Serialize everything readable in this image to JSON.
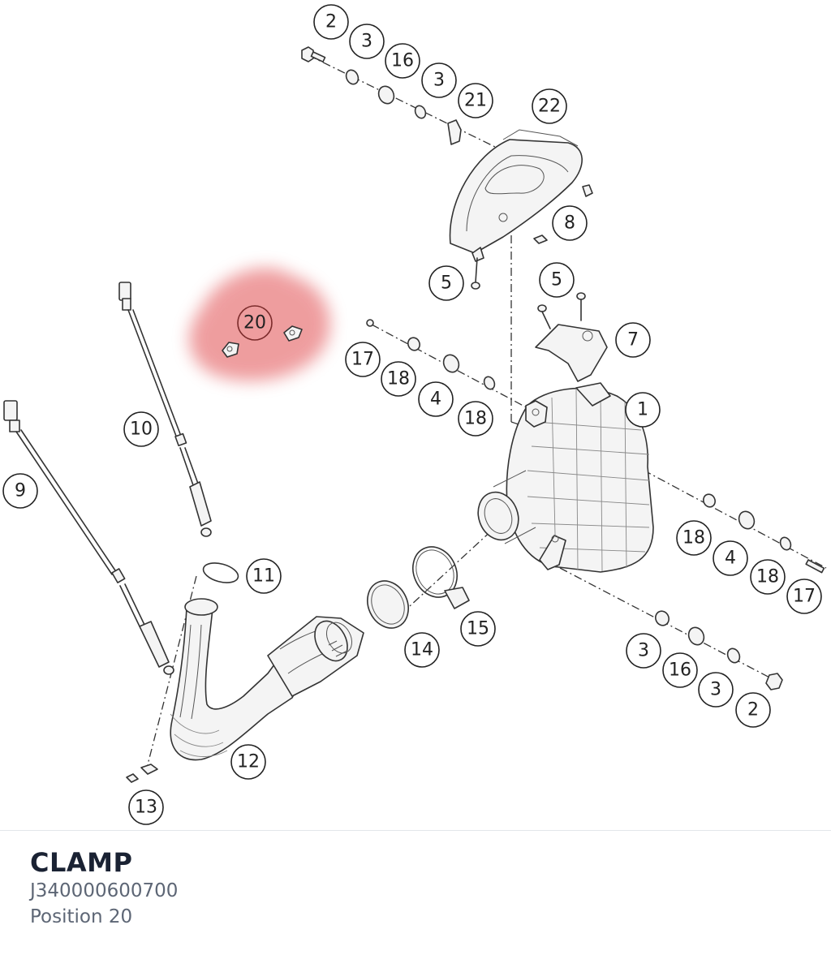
{
  "part": {
    "name": "CLAMP",
    "number": "J340000600700",
    "position_label": "Position 20"
  },
  "highlight": {
    "position": "20",
    "color": "#e8787a"
  },
  "callouts": [
    "2",
    "3",
    "16",
    "3",
    "21",
    "22",
    "8",
    "5",
    "5",
    "7",
    "20",
    "17",
    "18",
    "4",
    "18",
    "1",
    "10",
    "9",
    "11",
    "18",
    "4",
    "18",
    "17",
    "15",
    "14",
    "3",
    "16",
    "3",
    "2",
    "12",
    "13"
  ]
}
